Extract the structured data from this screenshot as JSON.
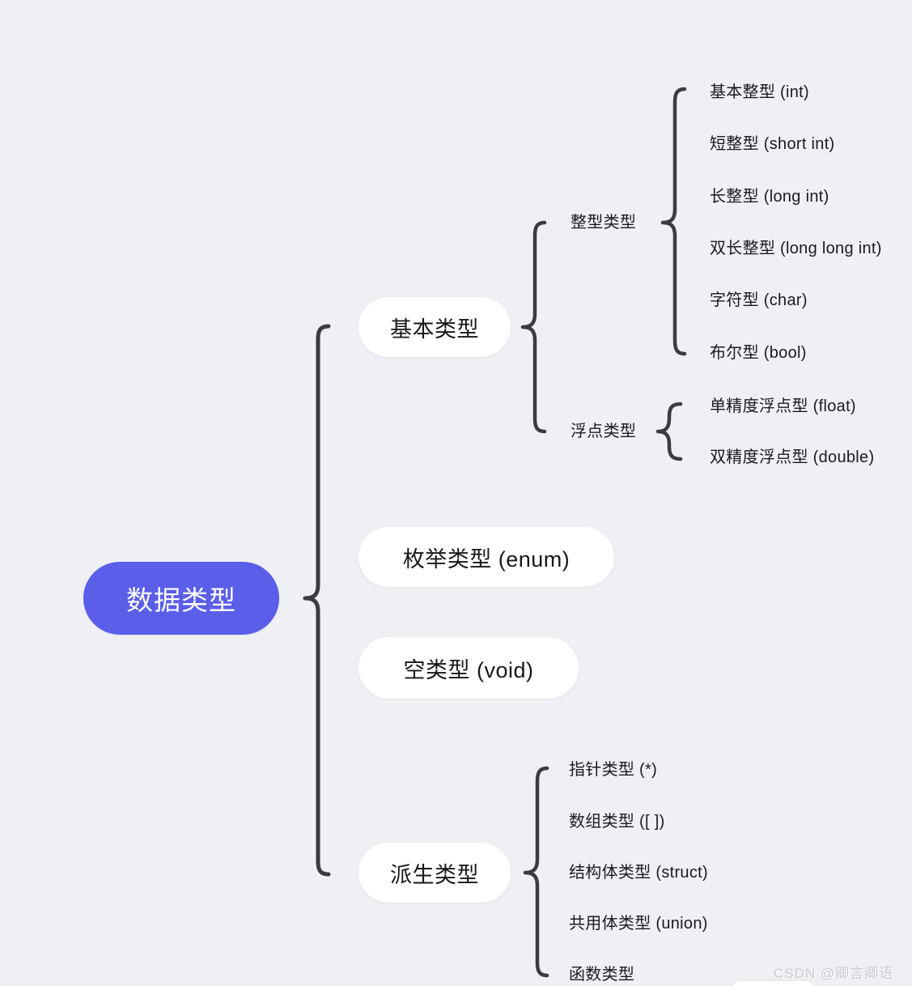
{
  "colors": {
    "canvas_bg": "#eef0f4",
    "root_bg": "#5a5ee8",
    "root_text": "#ffffff",
    "node_bg": "#ffffff",
    "node_text": "#17181a",
    "brace": "#3c3c3e",
    "watermark": "#c7cacd"
  },
  "root": {
    "label": "数据类型"
  },
  "nodes": {
    "basic": {
      "label": "基本类型"
    },
    "enum": {
      "label": "枚举类型 (enum)"
    },
    "void": {
      "label": "空类型 (void)"
    },
    "derived": {
      "label": "派生类型"
    }
  },
  "groups": {
    "integer": {
      "label": "整型类型"
    },
    "float": {
      "label": "浮点类型"
    }
  },
  "leaves": {
    "integers": [
      "基本整型 (int)",
      "短整型 (short int)",
      "长整型 (long int)",
      "双长整型 (long long int)",
      "字符型 (char)",
      "布尔型 (bool)"
    ],
    "floats": [
      "单精度浮点型 (float)",
      "双精度浮点型 (double)"
    ],
    "derived": [
      "指针类型 (*)",
      "数组类型 ([ ])",
      "结构体类型 (struct)",
      "共用体类型 (union)",
      "函数类型"
    ]
  },
  "watermark": {
    "text": "CSDN @卿言卿语"
  }
}
